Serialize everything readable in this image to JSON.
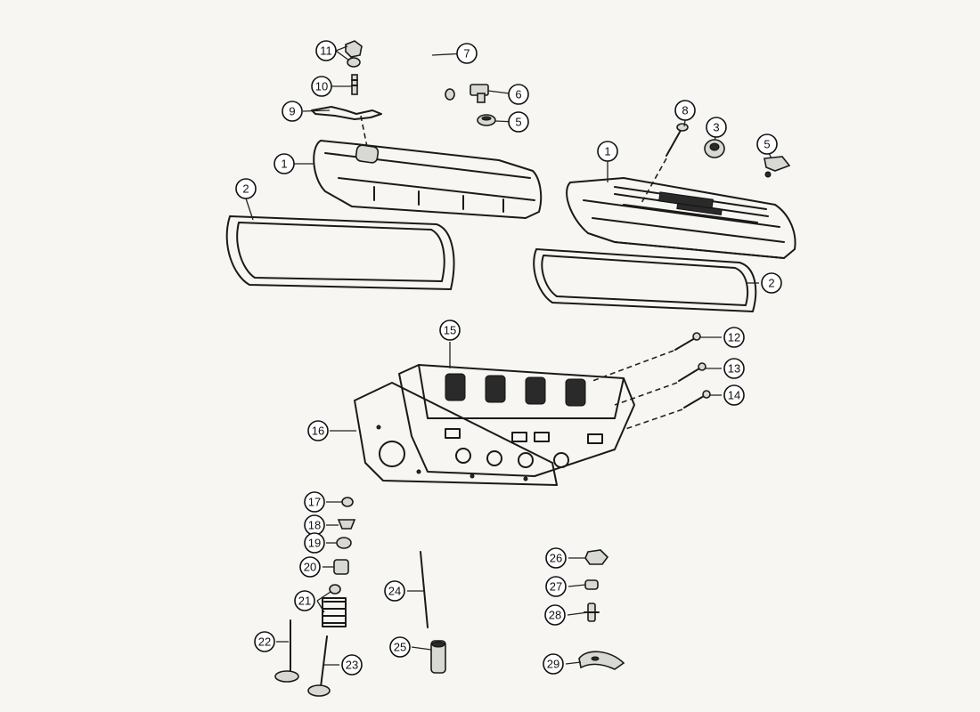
{
  "callouts": [
    {
      "key": "c11",
      "label": "11"
    },
    {
      "key": "c10",
      "label": "10"
    },
    {
      "key": "c9",
      "label": "9"
    },
    {
      "key": "c7",
      "label": "7"
    },
    {
      "key": "c6",
      "label": "6"
    },
    {
      "key": "c5a",
      "label": "5"
    },
    {
      "key": "c1a",
      "label": "1"
    },
    {
      "key": "c2a",
      "label": "2"
    },
    {
      "key": "c8",
      "label": "8"
    },
    {
      "key": "c3",
      "label": "3"
    },
    {
      "key": "c5b",
      "label": "5"
    },
    {
      "key": "c1b",
      "label": "1"
    },
    {
      "key": "c2b",
      "label": "2"
    },
    {
      "key": "c15",
      "label": "15"
    },
    {
      "key": "c12",
      "label": "12"
    },
    {
      "key": "c13",
      "label": "13"
    },
    {
      "key": "c14",
      "label": "14"
    },
    {
      "key": "c16",
      "label": "16"
    },
    {
      "key": "c17",
      "label": "17"
    },
    {
      "key": "c18",
      "label": "18"
    },
    {
      "key": "c19",
      "label": "19"
    },
    {
      "key": "c20",
      "label": "20"
    },
    {
      "key": "c21",
      "label": "21"
    },
    {
      "key": "c22",
      "label": "22"
    },
    {
      "key": "c23",
      "label": "23"
    },
    {
      "key": "c24",
      "label": "24"
    },
    {
      "key": "c25",
      "label": "25"
    },
    {
      "key": "c26",
      "label": "26"
    },
    {
      "key": "c27",
      "label": "27"
    },
    {
      "key": "c28",
      "label": "28"
    },
    {
      "key": "c29",
      "label": "29"
    }
  ]
}
